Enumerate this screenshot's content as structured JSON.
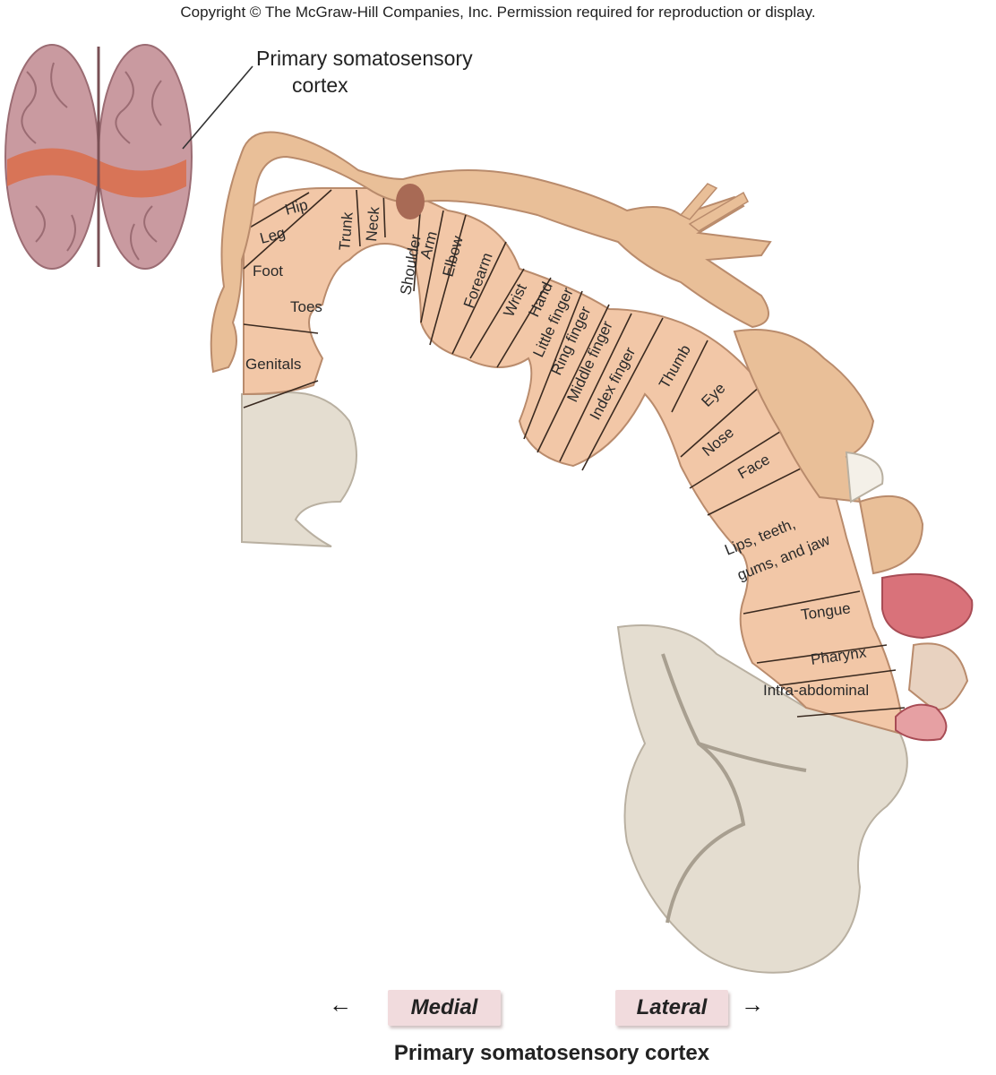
{
  "copyright": "Copyright © The McGraw-Hill Companies, Inc. Permission required for reproduction or display.",
  "callout": {
    "line1": "Primary somatosensory",
    "line2": "cortex"
  },
  "regions": [
    "Hip",
    "Trunk",
    "Neck",
    "Leg",
    "Foot",
    "Toes",
    "Genitals",
    "Shoulder",
    "Arm",
    "Elbow",
    "Forearm",
    "Wrist",
    "Hand",
    "Little finger",
    "Ring finger",
    "Middle finger",
    "Index finger",
    "Thumb",
    "Eye",
    "Nose",
    "Face",
    "Lips, teeth,",
    "gums, and jaw",
    "Tongue",
    "Pharynx",
    "Intra-abdominal"
  ],
  "directions": {
    "medial": "Medial",
    "lateral": "Lateral",
    "left_arrow": "←",
    "right_arrow": "→"
  },
  "title": "Primary somatosensory cortex",
  "colors": {
    "cortex": "#f2c7a7",
    "cortex_stroke": "#b98b6c",
    "white_matter": "#e4ddd0",
    "body_skin": "#e9bf98",
    "brain": "#c99aa0",
    "band": "#d9704f",
    "tongue": "#d9727a"
  }
}
